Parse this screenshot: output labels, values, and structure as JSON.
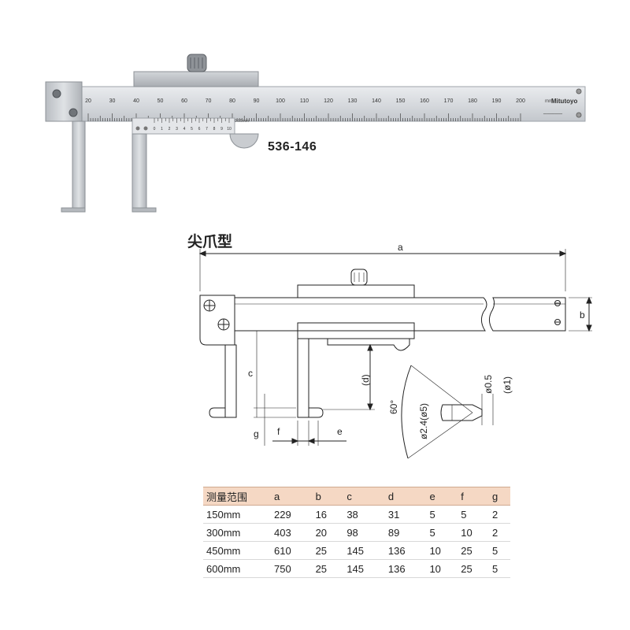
{
  "product": {
    "model": "536-146",
    "brand": "Mitutoyo",
    "scale_numbers": [
      "20",
      "30",
      "40",
      "50",
      "60",
      "70",
      "80",
      "90",
      "100",
      "110",
      "120",
      "130",
      "140",
      "150",
      "160",
      "170",
      "180",
      "190",
      "200"
    ],
    "scale_unit": "mm",
    "vernier_numbers": [
      "0",
      "1",
      "2",
      "3",
      "4",
      "5",
      "6",
      "7",
      "8",
      "9",
      "10"
    ],
    "vernier_note": "0.05mm"
  },
  "drawing": {
    "title": "尖爪型",
    "labels": {
      "a": "a",
      "b": "b",
      "c": "c",
      "d": "(d)",
      "e": "e",
      "f": "f",
      "g": "g",
      "angle": "60°",
      "dia_tip": "ø2.4(ø5)",
      "dia_point": "ø0.5",
      "dia_point_alt": "(ø1)"
    }
  },
  "table": {
    "headers": [
      "测量范围",
      "a",
      "b",
      "c",
      "d",
      "e",
      "f",
      "g"
    ],
    "rows": [
      [
        "150mm",
        "229",
        "16",
        "38",
        "31",
        "5",
        "5",
        "2"
      ],
      [
        "300mm",
        "403",
        "20",
        "98",
        "89",
        "5",
        "10",
        "2"
      ],
      [
        "450mm",
        "610",
        "25",
        "145",
        "136",
        "10",
        "25",
        "5"
      ],
      [
        "600mm",
        "750",
        "25",
        "145",
        "136",
        "10",
        "25",
        "5"
      ]
    ]
  }
}
